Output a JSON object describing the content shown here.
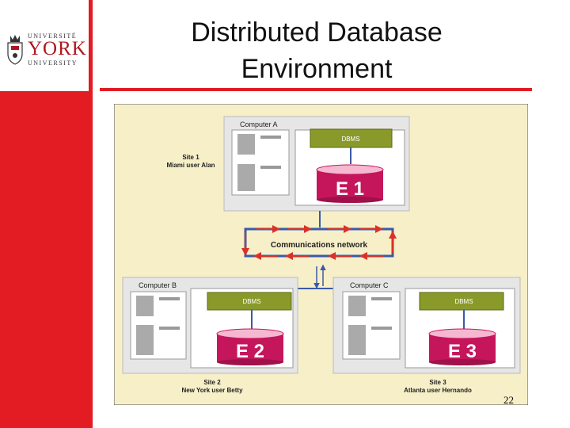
{
  "logo": {
    "top_text": "UNIVERSITÉ",
    "name": "YORK",
    "bottom_text": "UNIVERSITY"
  },
  "title_line1": "Distributed Database",
  "title_line2": "Environment",
  "page_number": "22",
  "diagram": {
    "computer_a": "Computer A",
    "computer_b": "Computer B",
    "computer_c": "Computer C",
    "dbms_label": "DBMS",
    "db_a": "E 1",
    "db_b": "E 2",
    "db_c": "E 3",
    "site1_line1": "Site 1",
    "site1_line2": "Miami user Alan",
    "site2_line1": "Site 2",
    "site2_line2": "New York user Betty",
    "site3_line1": "Site 3",
    "site3_line2": "Atlanta user Hernando",
    "network": "Communications network"
  },
  "colors": {
    "accent_red": "#e31b23",
    "diagram_bg": "#f6efc8",
    "dbms_green": "#8a9a2a",
    "db_magenta": "#c5165c",
    "network_blue": "#3a5aa8",
    "arrow_red": "#d8322a"
  }
}
